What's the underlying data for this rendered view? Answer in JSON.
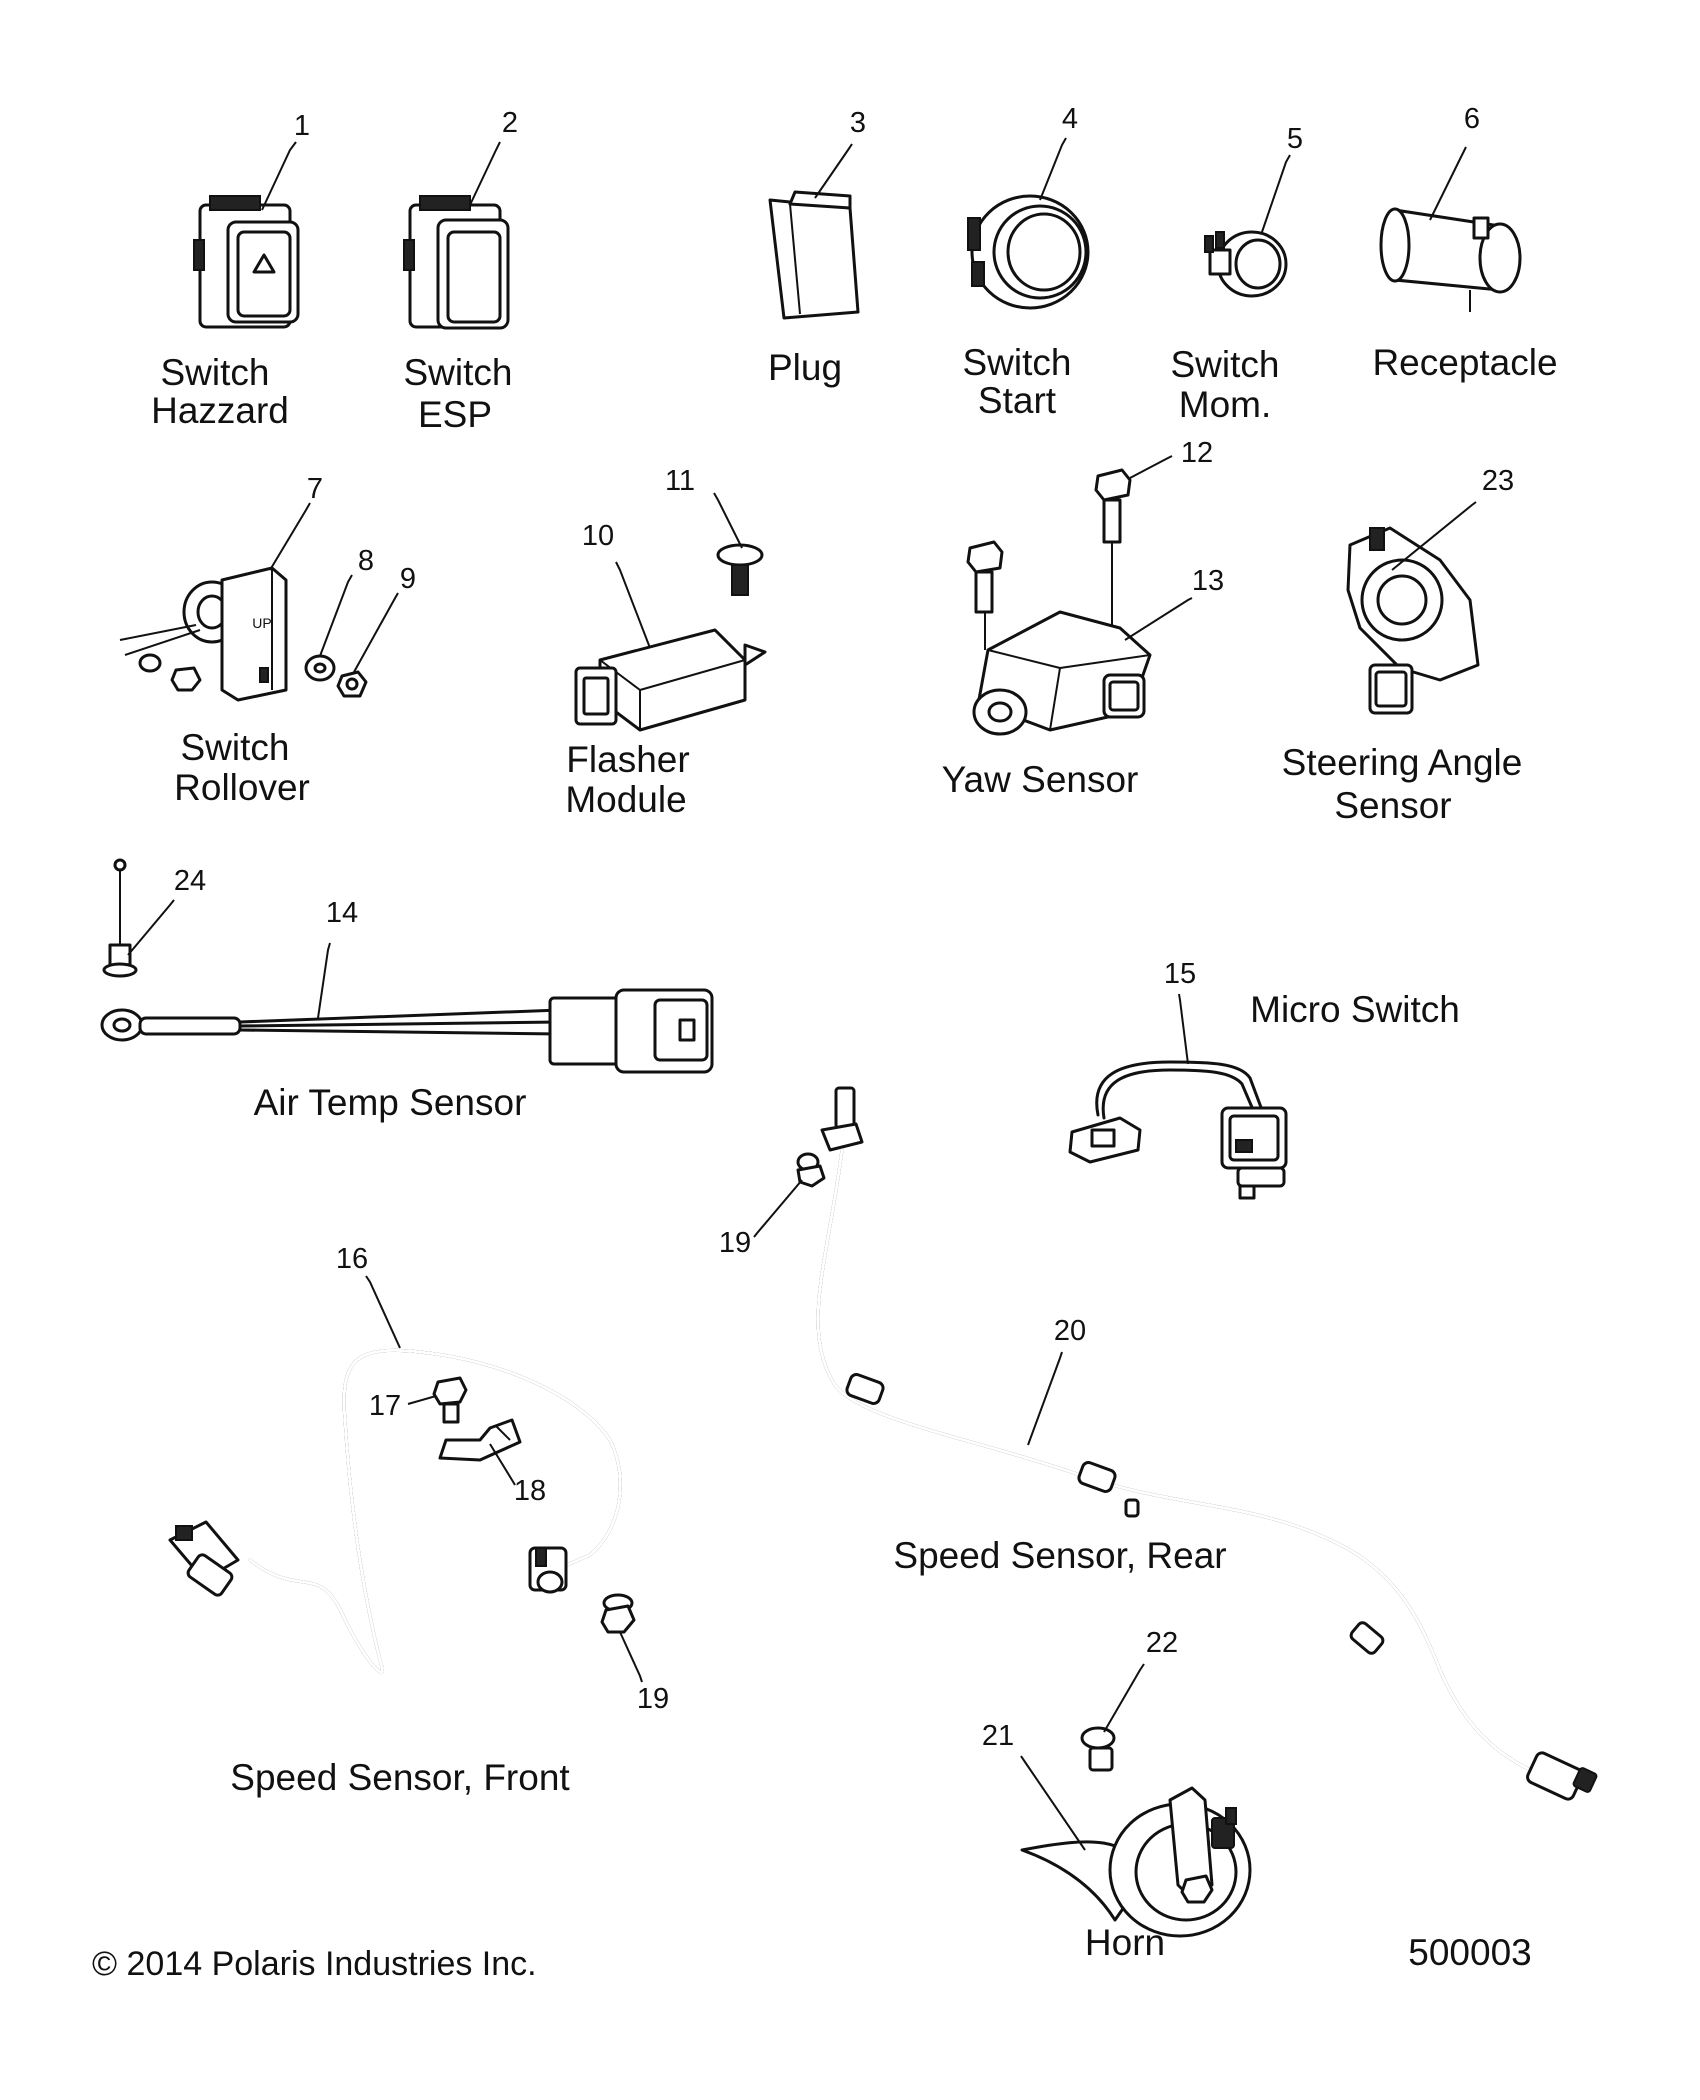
{
  "parts": [
    {
      "id": "switch-hazzard",
      "callout": "1",
      "label": [
        "Switch",
        "Hazzard"
      ]
    },
    {
      "id": "switch-esp",
      "callout": "2",
      "label": [
        "Switch",
        "ESP"
      ]
    },
    {
      "id": "plug",
      "callout": "3",
      "label": [
        "Plug"
      ]
    },
    {
      "id": "switch-start",
      "callout": "4",
      "label": [
        "Switch",
        "Start"
      ]
    },
    {
      "id": "switch-mom",
      "callout": "5",
      "label": [
        "Switch",
        "Mom."
      ]
    },
    {
      "id": "receptacle",
      "callout": "6",
      "label": [
        "Receptacle"
      ]
    },
    {
      "id": "switch-rollover",
      "callout": "7",
      "label": [
        "Switch",
        "Rollover"
      ]
    },
    {
      "id": "flasher-module",
      "callout": "10",
      "label": [
        "Flasher",
        "Module"
      ]
    },
    {
      "id": "yaw-sensor",
      "callout": "13",
      "label": [
        "Yaw Sensor"
      ]
    },
    {
      "id": "steering-angle-sensor",
      "callout": "23",
      "label": [
        "Steering Angle",
        "Sensor"
      ]
    },
    {
      "id": "air-temp-sensor",
      "callout": "14",
      "label": [
        "Air Temp Sensor"
      ]
    },
    {
      "id": "micro-switch",
      "callout": "15",
      "label": [
        "Micro Switch"
      ]
    },
    {
      "id": "speed-sensor-rear",
      "callout": "20",
      "label": [
        "Speed Sensor, Rear"
      ]
    },
    {
      "id": "speed-sensor-front",
      "callout": "16",
      "label": [
        "Speed Sensor, Front"
      ]
    },
    {
      "id": "horn",
      "callout": "21",
      "label": [
        "Horn"
      ]
    }
  ],
  "callouts": {
    "c1": "1",
    "c2": "2",
    "c3": "3",
    "c4": "4",
    "c5": "5",
    "c6": "6",
    "c7": "7",
    "c8": "8",
    "c9": "9",
    "c10": "10",
    "c11": "11",
    "c12": "12",
    "c13": "13",
    "c14": "14",
    "c15": "15",
    "c16": "16",
    "c17": "17",
    "c18": "18",
    "c19a": "19",
    "c19b": "19",
    "c20": "20",
    "c21": "21",
    "c22": "22",
    "c23": "23",
    "c24": "24"
  },
  "footer": {
    "copyright": "© 2014 Polaris Industries Inc.",
    "diagram_number": "500003"
  }
}
